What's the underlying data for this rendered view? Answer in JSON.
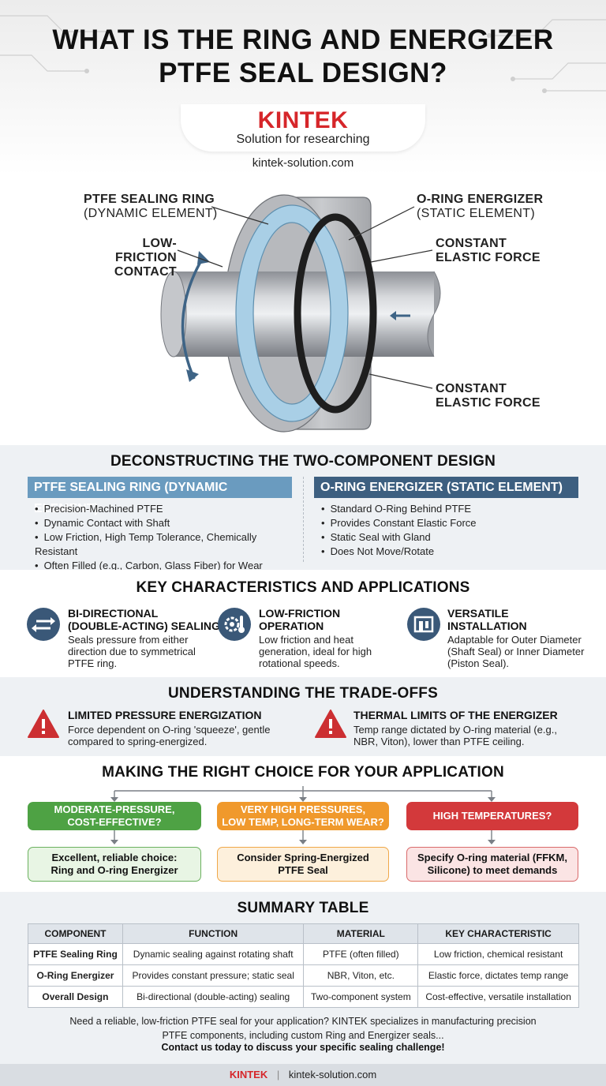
{
  "header": {
    "title_line1": "WHAT IS THE RING AND ENERGIZER",
    "title_line2": "PTFE SEAL DESIGN?",
    "logo_text": "KINTEK",
    "tagline": "Solution for researching",
    "website": "kintek-solution.com"
  },
  "diagram": {
    "ptfe_ring_label": "PTFE SEALING RING",
    "ptfe_ring_sub": "(DYNAMIC ELEMENT)",
    "oring_label": "O-RING ENERGIZER",
    "oring_sub": "(STATIC ELEMENT)",
    "low_friction_line1": "LOW-FRICTION",
    "low_friction_line2": "CONTACT",
    "force_upper_line1": "CONSTANT",
    "force_upper_line2": "ELASTIC FORCE",
    "force_lower_line1": "CONSTANT",
    "force_lower_line2": "ELASTIC FORCE"
  },
  "deconstruct": {
    "title": "DECONSTRUCTING THE TWO-COMPONENT DESIGN",
    "left_title": "PTFE SEALING RING (DYNAMIC ELEMENT)",
    "left_items": [
      "Precision-Machined PTFE",
      "Dynamic Contact with Shaft",
      "Low Friction, High Temp Tolerance, Chemically Resistant",
      "Often Filled (e.g., Carbon, Glass Fiber) for Wear Resistance"
    ],
    "right_title": "O-RING ENERGIZER (STATIC ELEMENT)",
    "right_items": [
      "Standard O-Ring Behind PTFE",
      "Provides Constant Elastic Force",
      "Static Seal with Gland",
      "Does Not Move/Rotate"
    ]
  },
  "characteristics": {
    "title": "KEY CHARACTERISTICS AND APPLICATIONS",
    "items": [
      {
        "title_line1": "BI-DIRECTIONAL",
        "title_line2": "(DOUBLE-ACTING) SEALING",
        "desc_line1": "Seals pressure from either",
        "desc_line2": "direction due to symmetrical",
        "desc_line3": "PTFE ring.",
        "icon": "bidirectional-arrows-icon"
      },
      {
        "title_line1": "LOW-FRICTION",
        "title_line2": "OPERATION",
        "desc_line1": "Low friction and heat",
        "desc_line2": "generation, ideal for high",
        "desc_line3": "rotational speeds.",
        "icon": "gear-thermometer-icon"
      },
      {
        "title_line1": "VERSATILE",
        "title_line2": "INSTALLATION",
        "desc_line1": "Adaptable for Outer Diameter",
        "desc_line2": "(Shaft Seal) or Inner Diameter",
        "desc_line3": "(Piston Seal).",
        "icon": "installation-icon"
      }
    ]
  },
  "tradeoffs": {
    "title": "UNDERSTANDING THE TRADE-OFFS",
    "items": [
      {
        "title": "LIMITED PRESSURE ENERGIZATION",
        "desc_line1": "Force dependent on O-ring 'squeeze', gentle",
        "desc_line2": "compared to spring-energized."
      },
      {
        "title": "THERMAL LIMITS OF THE ENERGIZER",
        "desc_line1": "Temp range dictated by O-ring material (e.g.,",
        "desc_line2": "NBR, Viton), lower than PTFE ceiling."
      }
    ]
  },
  "decision": {
    "title": "MAKING THE RIGHT CHOICE FOR YOUR APPLICATION",
    "options": [
      {
        "q_line1": "MODERATE-PRESSURE,",
        "q_line2": "COST-EFFECTIVE?",
        "a_line1": "Excellent, reliable choice:",
        "a_line2": "Ring and O-ring Energizer",
        "color": "#4ea244"
      },
      {
        "q_line1": "VERY HIGH PRESSURES,",
        "q_line2": "LOW TEMP, LONG-TERM WEAR?",
        "a_line1": "Consider Spring-Energized",
        "a_line2": "PTFE Seal",
        "color": "#f0992c"
      },
      {
        "q_line1": "HIGH TEMPERATURES?",
        "q_line2": "",
        "a_line1": "Specify O-ring material (FFKM,",
        "a_line2": "Silicone) to meet demands",
        "color": "#d3393b"
      }
    ]
  },
  "summary": {
    "title": "SUMMARY TABLE",
    "headers": [
      "COMPONENT",
      "FUNCTION",
      "MATERIAL",
      "KEY CHARACTERISTIC"
    ],
    "rows": [
      [
        "PTFE Sealing Ring",
        "Dynamic sealing against rotating shaft",
        "PTFE (often filled)",
        "Low friction, chemical resistant"
      ],
      [
        "O-Ring Energizer",
        "Provides constant pressure; static seal",
        "NBR, Viton, etc.",
        "Elastic force, dictates temp range"
      ],
      [
        "Overall Design",
        "Bi-directional (double-acting) sealing",
        "Two-component system",
        "Cost-effective, versatile installation"
      ]
    ],
    "cta_line1": "Need a reliable, low-friction PTFE seal for your application? KINTEK specializes in manufacturing precision",
    "cta_line2": "PTFE components, including custom Ring and Energizer seals...",
    "cta_strong": "Contact us today to discuss your specific sealing challenge!"
  },
  "footer": {
    "logo": "KINTEK",
    "separator": "|",
    "website": "kintek-solution.com"
  }
}
